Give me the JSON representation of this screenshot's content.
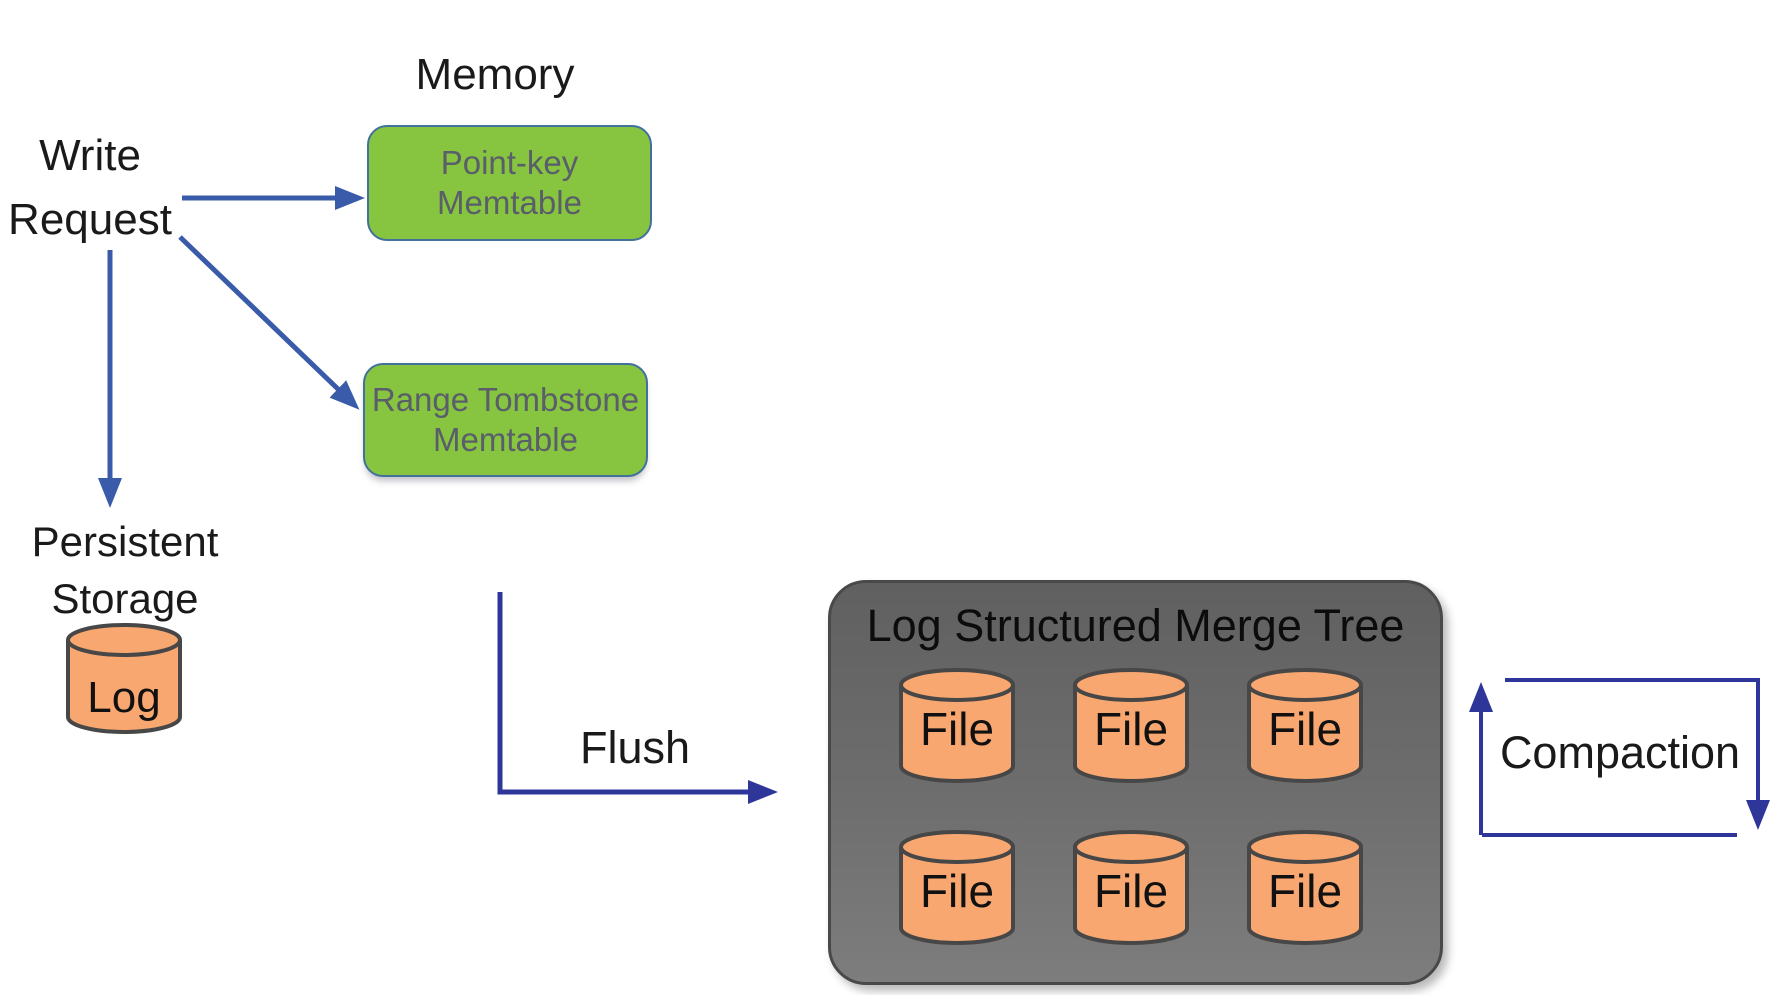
{
  "memory_section": {
    "title": "Memory"
  },
  "write_request": {
    "line1": "Write",
    "line2": "Request"
  },
  "memtables": {
    "point_key": {
      "line1": "Point-key",
      "line2": "Memtable"
    },
    "range_tombstone": {
      "line1": "Range Tombstone",
      "line2": "Memtable"
    }
  },
  "persistent_storage": {
    "line1": "Persistent",
    "line2": "Storage",
    "log_label": "Log"
  },
  "flows": {
    "flush": "Flush",
    "compaction": "Compaction"
  },
  "lsm_box": {
    "title": "Log Structured Merge Tree",
    "file_label": "File",
    "file_count": 6
  },
  "colors": {
    "write_arrow_blue": "#3A5BA9",
    "flow_arrow_indigo": "#2F3699",
    "memtable_green": "#87C440",
    "memtable_border": "#41719C",
    "memtable_text": "#595E6A",
    "cylinder_orange": "#F9A770",
    "cylinder_stroke": "#474747",
    "lsm_gray_top": "#606060",
    "lsm_gray_bottom": "#7D7D7D",
    "lsm_border": "#494949",
    "text_black": "#1A1A1A"
  }
}
